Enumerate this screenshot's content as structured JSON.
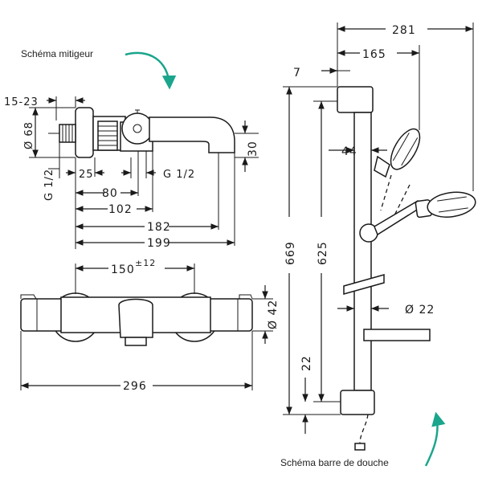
{
  "captions": {
    "mixer": "Schéma mitigeur",
    "shower_bar": "Schéma barre de douche"
  },
  "accent_color": "#1aa58c",
  "line_color": "#1a1a1a",
  "mixer_side": {
    "d_15_23": "15-23",
    "d_68": "Ø 68",
    "d_g12_left": "G 1/2",
    "d_25": "25",
    "d_g12_right": "G 1/2",
    "d_80": "80",
    "d_102": "102",
    "d_182": "182",
    "d_199": "199",
    "d_30": "30"
  },
  "mixer_front": {
    "d_150_base": "150",
    "d_150_tol": "±12",
    "d_42": "Ø 42",
    "d_296": "296"
  },
  "shower_bar": {
    "d_281": "281",
    "d_165": "165",
    "d_7": "7",
    "d_44": "44",
    "d_669": "669",
    "d_625": "625",
    "d_22_pipe": "Ø 22",
    "d_22_bottom": "22"
  },
  "icons": [
    "curved-arrow-icon"
  ]
}
